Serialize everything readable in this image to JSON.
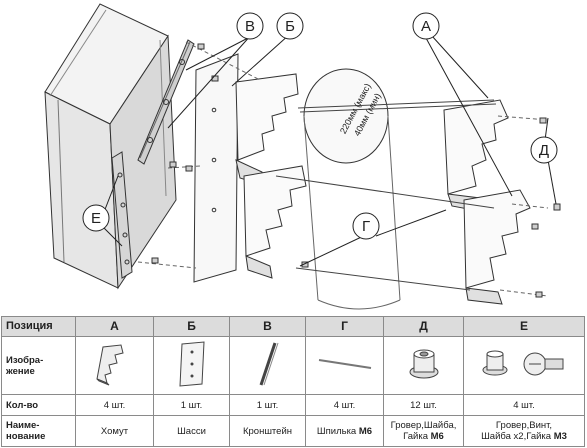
{
  "callouts": {
    "V": "В",
    "B": "Б",
    "A": "А",
    "D": "Д",
    "E": "Е",
    "G": "Г"
  },
  "duct_labels": {
    "max": "220мм (макс)",
    "min": "40мм (мин)"
  },
  "table": {
    "row_headers": {
      "position": "Позиция",
      "image_line1": "Изобра-",
      "image_line2": "жение",
      "qty": "Кол-во",
      "name_line1": "Наиме-",
      "name_line2": "нование"
    },
    "columns": [
      {
        "position": "А",
        "qty": "4 шт.",
        "name_line1": "Хомут",
        "name_line2_plain": "",
        "name_line2_bold": "",
        "icon": "clamp-icon"
      },
      {
        "position": "Б",
        "qty": "1 шт.",
        "name_line1": "Шасси",
        "name_line2_plain": "",
        "name_line2_bold": "",
        "icon": "chassis-plate-icon"
      },
      {
        "position": "В",
        "qty": "1 шт.",
        "name_line1": "Кронштейн",
        "name_line2_plain": "",
        "name_line2_bold": "",
        "icon": "bracket-icon"
      },
      {
        "position": "Г",
        "qty": "4 шт.",
        "name_line1": "Шпилька ",
        "name_line1_bold": "М6",
        "name_line2_plain": "",
        "name_line2_bold": "",
        "icon": "stud-icon"
      },
      {
        "position": "Д",
        "qty": "12 шт.",
        "name_line1": "Гровер,Шайба,",
        "name_line2_plain": "Гайка ",
        "name_line2_bold": "М6",
        "icon": "nut-washer-icon"
      },
      {
        "position": "Е",
        "qty": "4 шт.",
        "name_line1": "Гровер,Винт,",
        "name_line2_plain": "Шайба х2,Гайка ",
        "name_line2_bold": "М3",
        "icon": "screw-nut-icon"
      }
    ]
  }
}
